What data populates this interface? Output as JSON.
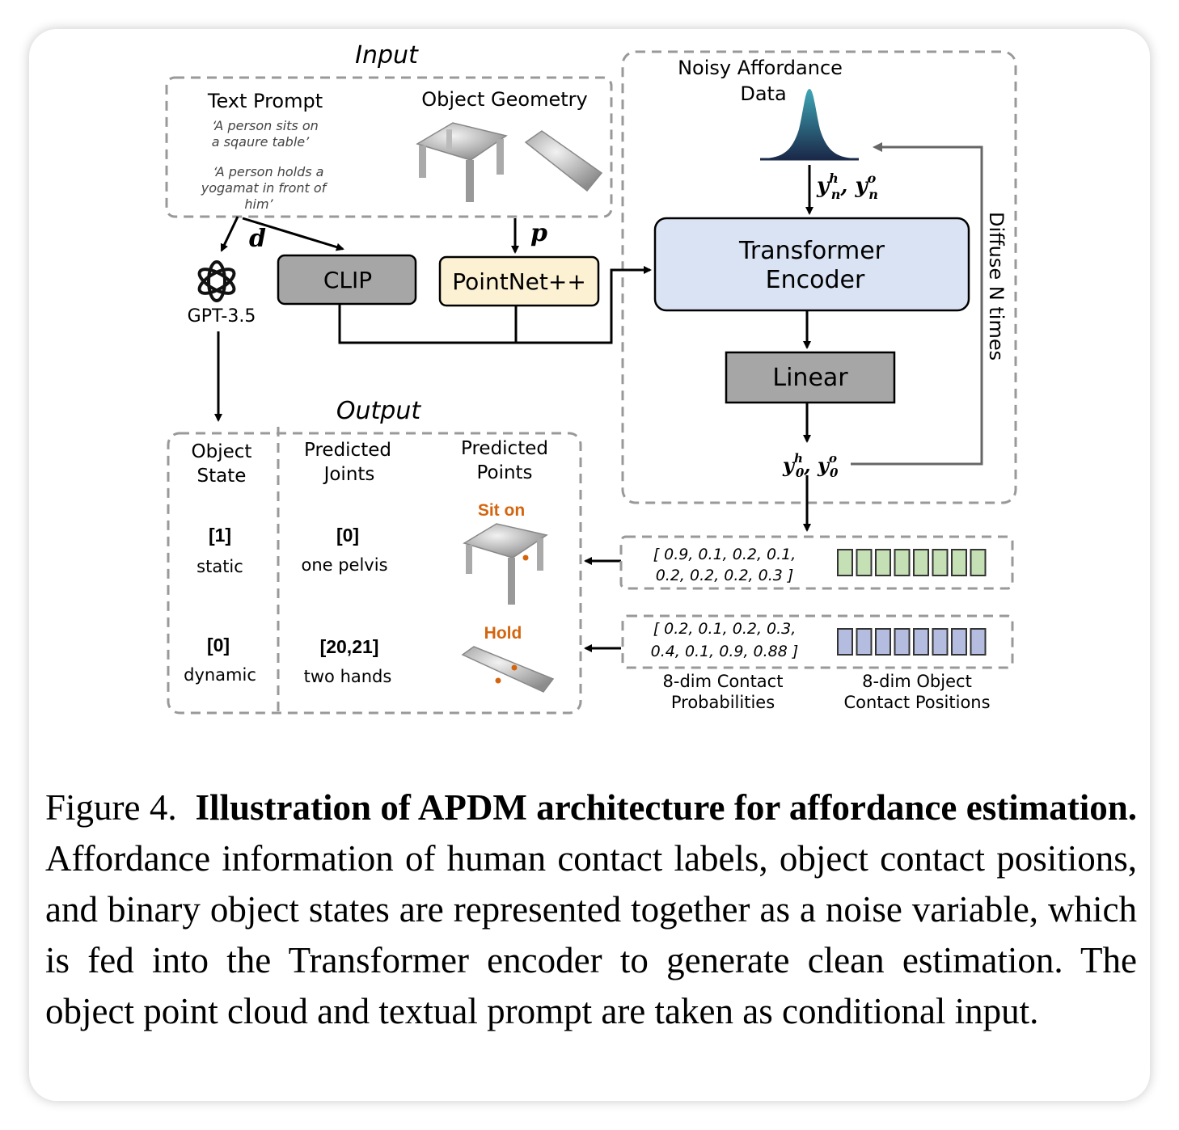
{
  "figure": {
    "input_title": "Input",
    "text_prompt_label": "Text Prompt",
    "prompt_1": [
      "‘A person sits on",
      "a sqaure table’"
    ],
    "prompt_2": [
      "‘A person holds a",
      "yogamat in front of",
      "him’"
    ],
    "object_geometry_label": "Object Geometry",
    "noisy_label": [
      "Noisy Affordance",
      "Data"
    ],
    "noisy_vars": "y_n^h, y_n^o",
    "d_label": "d",
    "p_label": "p",
    "gpt_label": "GPT-3.5",
    "clip_label": "CLIP",
    "pointnet_label": "PointNet++",
    "transformer_label": [
      "Transformer",
      "Encoder"
    ],
    "linear_label": "Linear",
    "diffuse_label": "Diffuse N times",
    "clean_vars": "y_0^h, y_0^o",
    "output_title": "Output",
    "col_object_state": [
      "Object",
      "State"
    ],
    "col_predicted_joints": [
      "Predicted",
      "Joints"
    ],
    "col_predicted_points": [
      "Predicted",
      "Points"
    ],
    "row1": {
      "state_value": "[1]",
      "state_text": "static",
      "joint_value": "[0]",
      "joint_text": "one pelvis",
      "action": "Sit on"
    },
    "row2": {
      "state_value": "[0]",
      "state_text": "dynamic",
      "joint_value": "[20,21]",
      "joint_text": "two hands",
      "action": "Hold"
    },
    "vector_top": [
      "[ 0.9, 0.1, 0.2, 0.1,",
      "0.2, 0.2, 0.2, 0.3 ]"
    ],
    "vector_bottom": [
      "[ 0.2, 0.1, 0.2, 0.3,",
      "0.4, 0.1, 0.9, 0.88 ]"
    ],
    "contact_prob_label": [
      "8-dim Contact",
      "Probabilities"
    ],
    "contact_pos_label": [
      "8-dim Object",
      "Contact Positions"
    ],
    "colors": {
      "clip": "#a6a6a6",
      "pointnet": "#fdf1d3",
      "transformer": "#dae3f3",
      "linear": "#a6a6a6",
      "green_cells": "#c5e0b4",
      "blue_cells": "#b4bde0",
      "action_orange": "#d4650f"
    }
  },
  "caption": {
    "prefix": "Figure 4.",
    "bold": "Illustration of APDM architecture for affordance estimation.",
    "text": "Affordance information of human contact labels, object contact positions, and binary object states are represented together as a noise variable, which is fed into the Transformer encoder to generate clean estimation. The object point cloud and textual prompt are taken as conditional input."
  }
}
